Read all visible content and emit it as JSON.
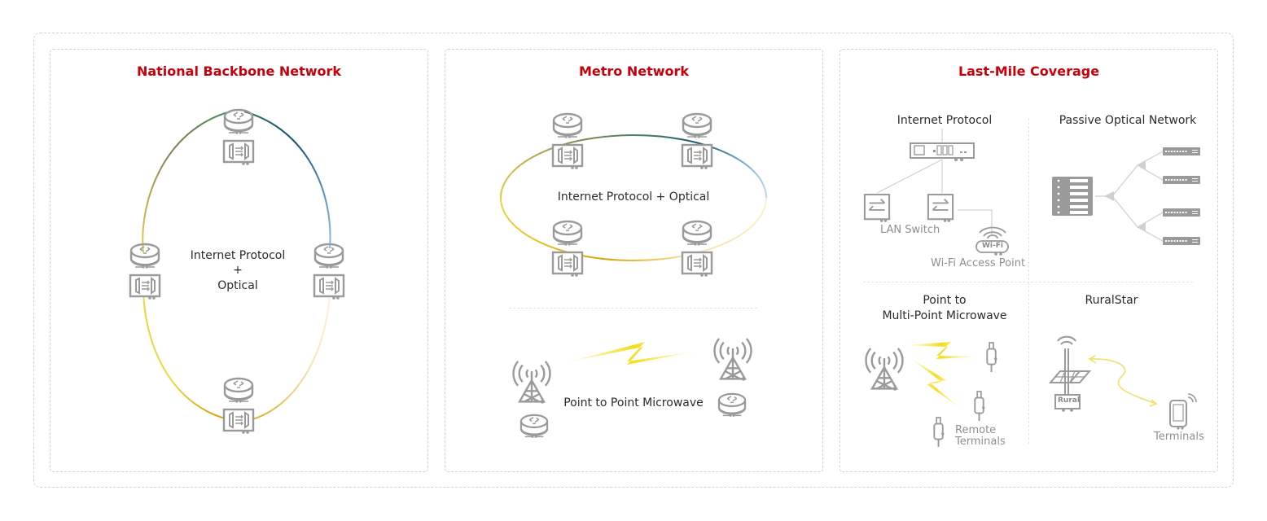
{
  "panels": [
    {
      "title": "National Backbone Network",
      "center_label_line1": "Internet Protocol",
      "center_label_line2": "+",
      "center_label_line3": "Optical",
      "nodes": [
        "router-optical-node",
        "router-optical-node",
        "router-optical-node",
        "router-optical-node"
      ]
    },
    {
      "title": "Metro Network",
      "ring_label": "Internet Protocol + Optical",
      "microwave_label": "Point to Point Microwave",
      "nodes": [
        "router-optical-node",
        "router-optical-node",
        "router-optical-node",
        "router-optical-node"
      ]
    },
    {
      "title": "Last-Mile Coverage",
      "sections": {
        "ip": {
          "title": "Internet Protocol",
          "lan_switch_label": "LAN Switch",
          "wifi_badge": "Wi-Fi",
          "wifi_label": "Wi-Fi Access Point"
        },
        "pon": {
          "title": "Passive Optical Network"
        },
        "p2mp": {
          "title_line1": "Point to",
          "title_line2": "Multi-Point Microwave",
          "remote_line1": "Remote",
          "remote_line2": "Terminals"
        },
        "ruralstar": {
          "title": "RuralStar",
          "station_badge": "Rural",
          "terminals_label": "Terminals"
        }
      }
    }
  ],
  "colors": {
    "title": "#c7000b",
    "icon": "#9a9a9a",
    "text": "#2b2b2b",
    "ring_green": "#7a8f52",
    "ring_blue": "#1f5f86",
    "ring_lightblue": "#7fb4e0",
    "ring_yellow": "#e8d23a",
    "ring_gold": "#d5a10a",
    "bolt_yellow": "#f5e02a"
  }
}
